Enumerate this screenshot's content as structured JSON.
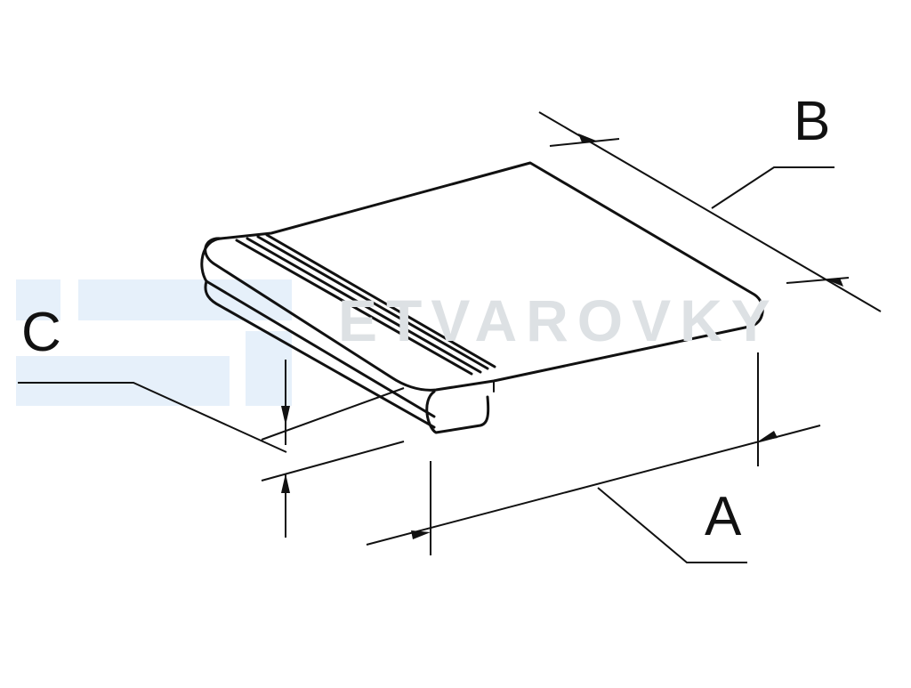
{
  "watermark": {
    "text": "ETVAROVKY",
    "color": "#dde1e4",
    "logo_color": "#e6f0fa"
  },
  "dimensions": {
    "a": {
      "label": "A"
    },
    "b": {
      "label": "B"
    },
    "c": {
      "label": "C"
    }
  },
  "colors": {
    "stroke": "#111111",
    "background": "#ffffff"
  }
}
